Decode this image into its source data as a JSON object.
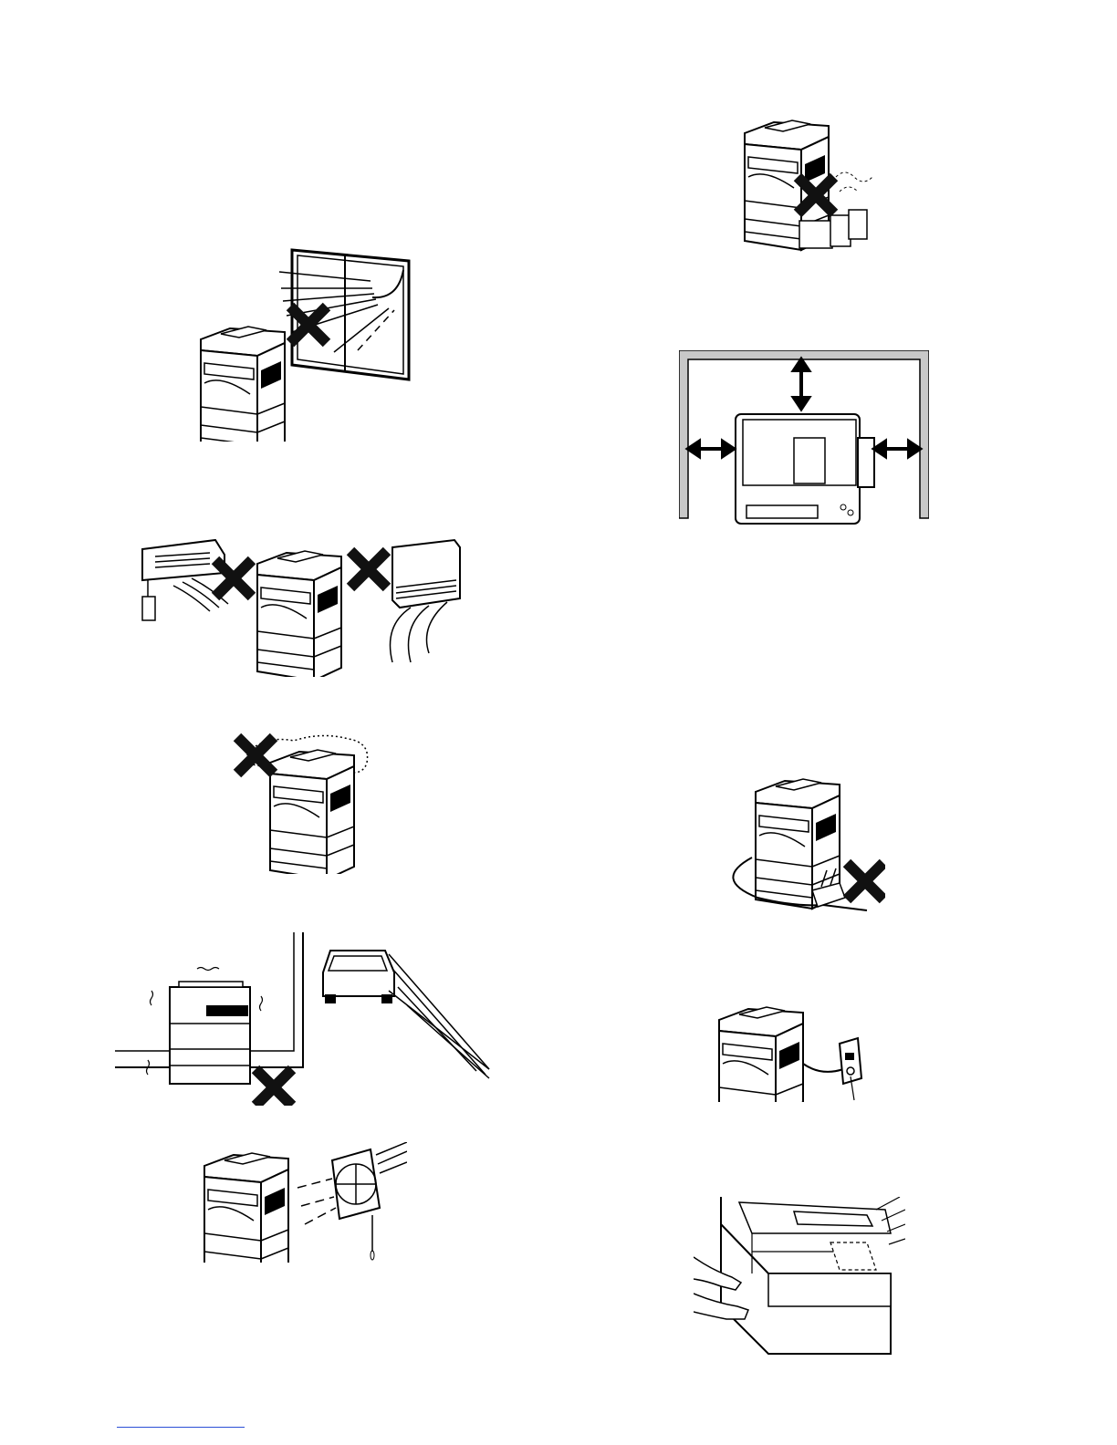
{
  "page": {
    "type": "installation-precautions-illustrations",
    "background": "#ffffff",
    "line_color": "#000000",
    "prohibit_mark": "x-mark",
    "footer_link_color": "#2b4fd6"
  },
  "illustrations": [
    {
      "name": "direct-sunlight",
      "prohibited": true,
      "icons": [
        "copier-icon",
        "window-icon",
        "sun-icon",
        "x-mark-icon"
      ]
    },
    {
      "name": "heater-air-conditioner",
      "prohibited": true,
      "icons": [
        "air-conditioner-icon",
        "copier-icon",
        "heater-icon",
        "x-mark-icon"
      ]
    },
    {
      "name": "dust",
      "prohibited": true,
      "icons": [
        "copier-icon",
        "dust-cloud-icon",
        "x-mark-icon"
      ]
    },
    {
      "name": "vibration",
      "prohibited": true,
      "icons": [
        "copier-icon",
        "car-icon",
        "staircase-icon",
        "x-mark-icon"
      ]
    },
    {
      "name": "ventilation-fan",
      "prohibited": false,
      "icons": [
        "copier-icon",
        "fan-icon"
      ]
    },
    {
      "name": "volatile-chemicals",
      "prohibited": true,
      "icons": [
        "copier-icon",
        "chemical-bottles-icon",
        "x-mark-icon"
      ]
    },
    {
      "name": "clearance-space",
      "prohibited": false,
      "icons": [
        "copier-topview-icon",
        "double-arrow-icon"
      ]
    },
    {
      "name": "shared-outlet",
      "prohibited": true,
      "icons": [
        "copier-icon",
        "power-strip-icon",
        "x-mark-icon"
      ]
    },
    {
      "name": "dedicated-outlet",
      "prohibited": false,
      "icons": [
        "copier-icon",
        "wall-outlet-icon"
      ]
    },
    {
      "name": "grounding-handles",
      "prohibited": false,
      "icons": [
        "copier-closeup-icon",
        "hands-icon"
      ]
    }
  ]
}
